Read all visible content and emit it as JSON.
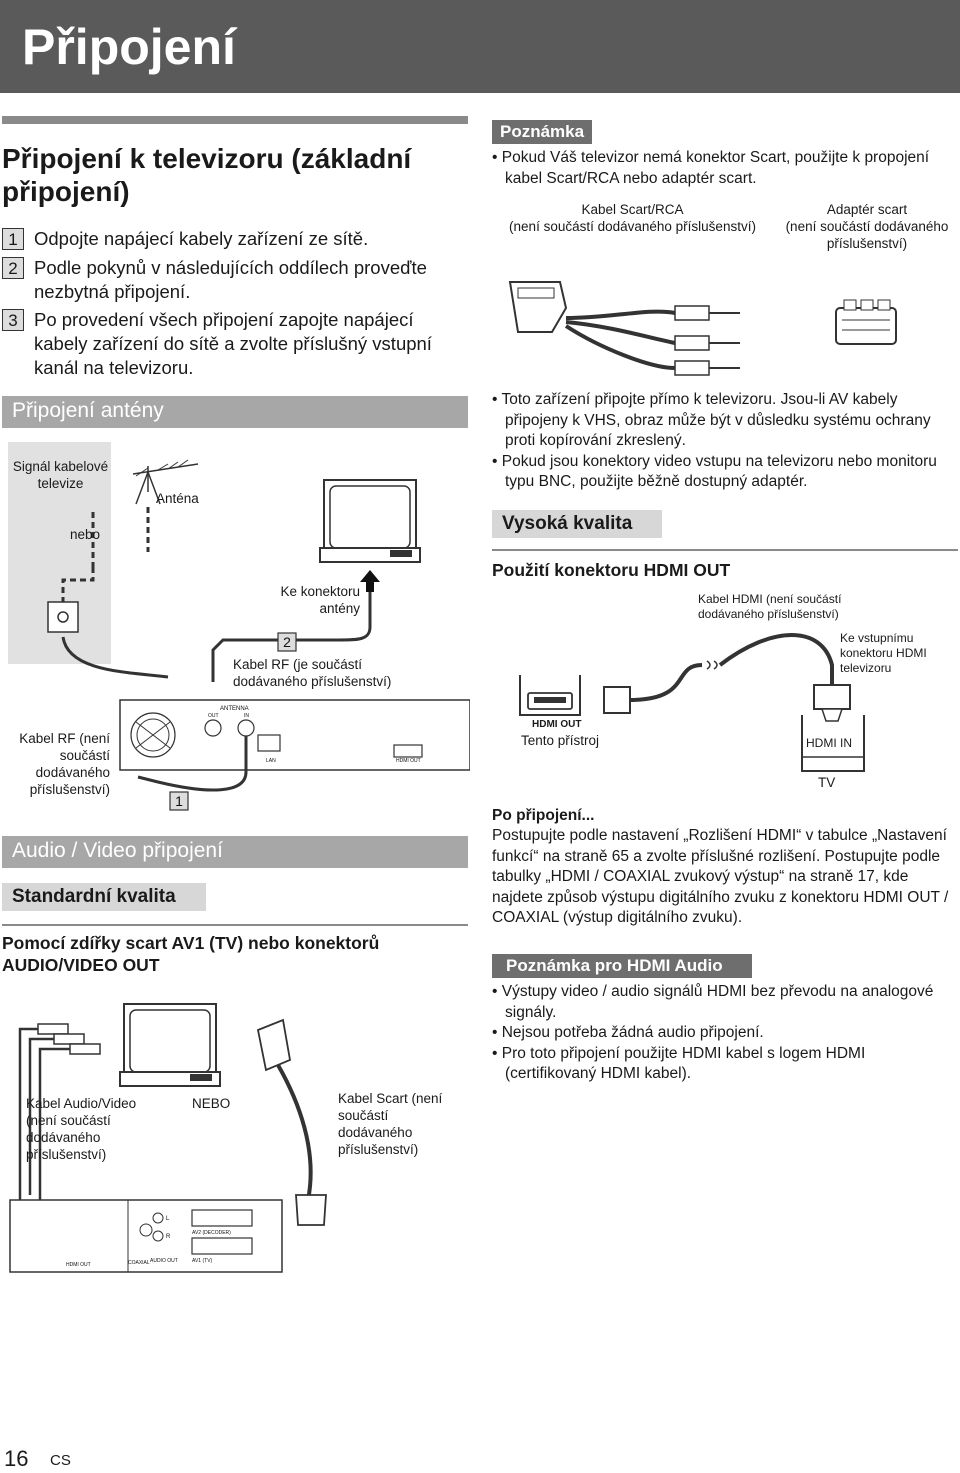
{
  "header": {
    "title": "Připojení"
  },
  "basic": {
    "title": "Připojení k televizoru (základní připojení)",
    "steps": [
      {
        "num": "1",
        "text": "Odpojte napájecí kabely zařízení ze sítě."
      },
      {
        "num": "2",
        "text": "Podle pokynů v následujících oddílech proveďte nezbytná připojení."
      },
      {
        "num": "3",
        "text": "Po provedení všech připojení zapojte napájecí kabely zařízení do sítě a zvolte příslušný vstupní kanál na televizoru."
      }
    ]
  },
  "antenna": {
    "title": "Připojení antény",
    "cable_signal": "Signál kabelové televize",
    "or": "nebo",
    "antenna_label": "Anténa",
    "to_antenna": "Ke konektoru antény",
    "rf_supplied": "Kabel RF (je součástí dodávaného příslušenství)",
    "rf_not_supplied": "Kabel RF (není součástí dodávaného příslušenství)",
    "num1": "1",
    "num2": "2",
    "panel_antenna": "ANTENNA",
    "panel_out": "OUT",
    "panel_in": "IN",
    "panel_lan": "LAN",
    "panel_hdmi": "HDMI OUT"
  },
  "av": {
    "title": "Audio / Video připojení",
    "standard": "Standardní kvalita",
    "scart_heading": "Pomocí zdířky scart AV1 (TV) nebo konektorů AUDIO/VIDEO OUT",
    "av_cable": "Kabel Audio/Video (není součástí dodávaného příslušenství)",
    "or": "NEBO",
    "scart_cable": "Kabel Scart (není součástí dodávaného příslušenství)",
    "panel_hdmi": "HDMI OUT",
    "panel_coaxial": "COAXIAL",
    "panel_audio_out": "AUDIO OUT",
    "panel_av2": "AV2 (DECODER)",
    "panel_av1": "AV1 (TV)",
    "panel_l": "L",
    "panel_r": "R"
  },
  "note": {
    "tag": "Poznámka",
    "items": [
      "Pokud Váš televizor nemá konektor Scart, použijte k propojení kabel Scart/RCA nebo adaptér scart."
    ],
    "scart_rca": "Kabel Scart/RCA",
    "scart_rca_sub": "(není součástí dodávaného příslušenství)",
    "adapter": "Adaptér scart",
    "adapter_sub": "(není součástí dodávaného příslušenství)",
    "items2": [
      "Toto zařízení připojte přímo k televizoru. Jsou-li AV kabely připojeny k VHS, obraz může být v důsledku systému ochrany proti kopírování zkreslený.",
      "Pokud jsou konektory video vstupu na televizoru nebo monitoru typu BNC, použijte běžně dostupný adaptér."
    ]
  },
  "high": {
    "title": "Vysoká kvalita",
    "hdmi_heading": "Použití konektoru HDMI OUT",
    "hdmi_cable": "Kabel HDMI (není součástí dodávaného příslušenství)",
    "tv_input": "Ke vstupnímu konektoru HDMI televizoru",
    "hdmi_out": "HDMI OUT",
    "this_device": "Tento přístroj",
    "hdmi_in": "HDMI  IN",
    "tv": "TV",
    "after_title": "Po připojení...",
    "after_text": "Postupujte podle nastavení „Rozlišení HDMI“ v tabulce „Nastavení funkcí“ na straně 65 a zvolte příslušné rozlišení. Postupujte podle tabulky „HDMI / COAXIAL zvukový výstup“ na straně 17, kde najdete způsob výstupu digitálního zvuku z konektoru HDMI OUT / COAXIAL (výstup digitálního zvuku).",
    "hdmi_note_tag": "Poznámka pro HDMI Audio",
    "hdmi_notes": [
      "Výstupy video / audio signálů HDMI bez převodu na analogové signály.",
      "Nejsou potřeba žádná audio připojení.",
      "Pro toto připojení použijte HDMI kabel s logem HDMI (certifikovaný HDMI kabel)."
    ]
  },
  "footer": {
    "page": "16",
    "lang": "CS"
  }
}
